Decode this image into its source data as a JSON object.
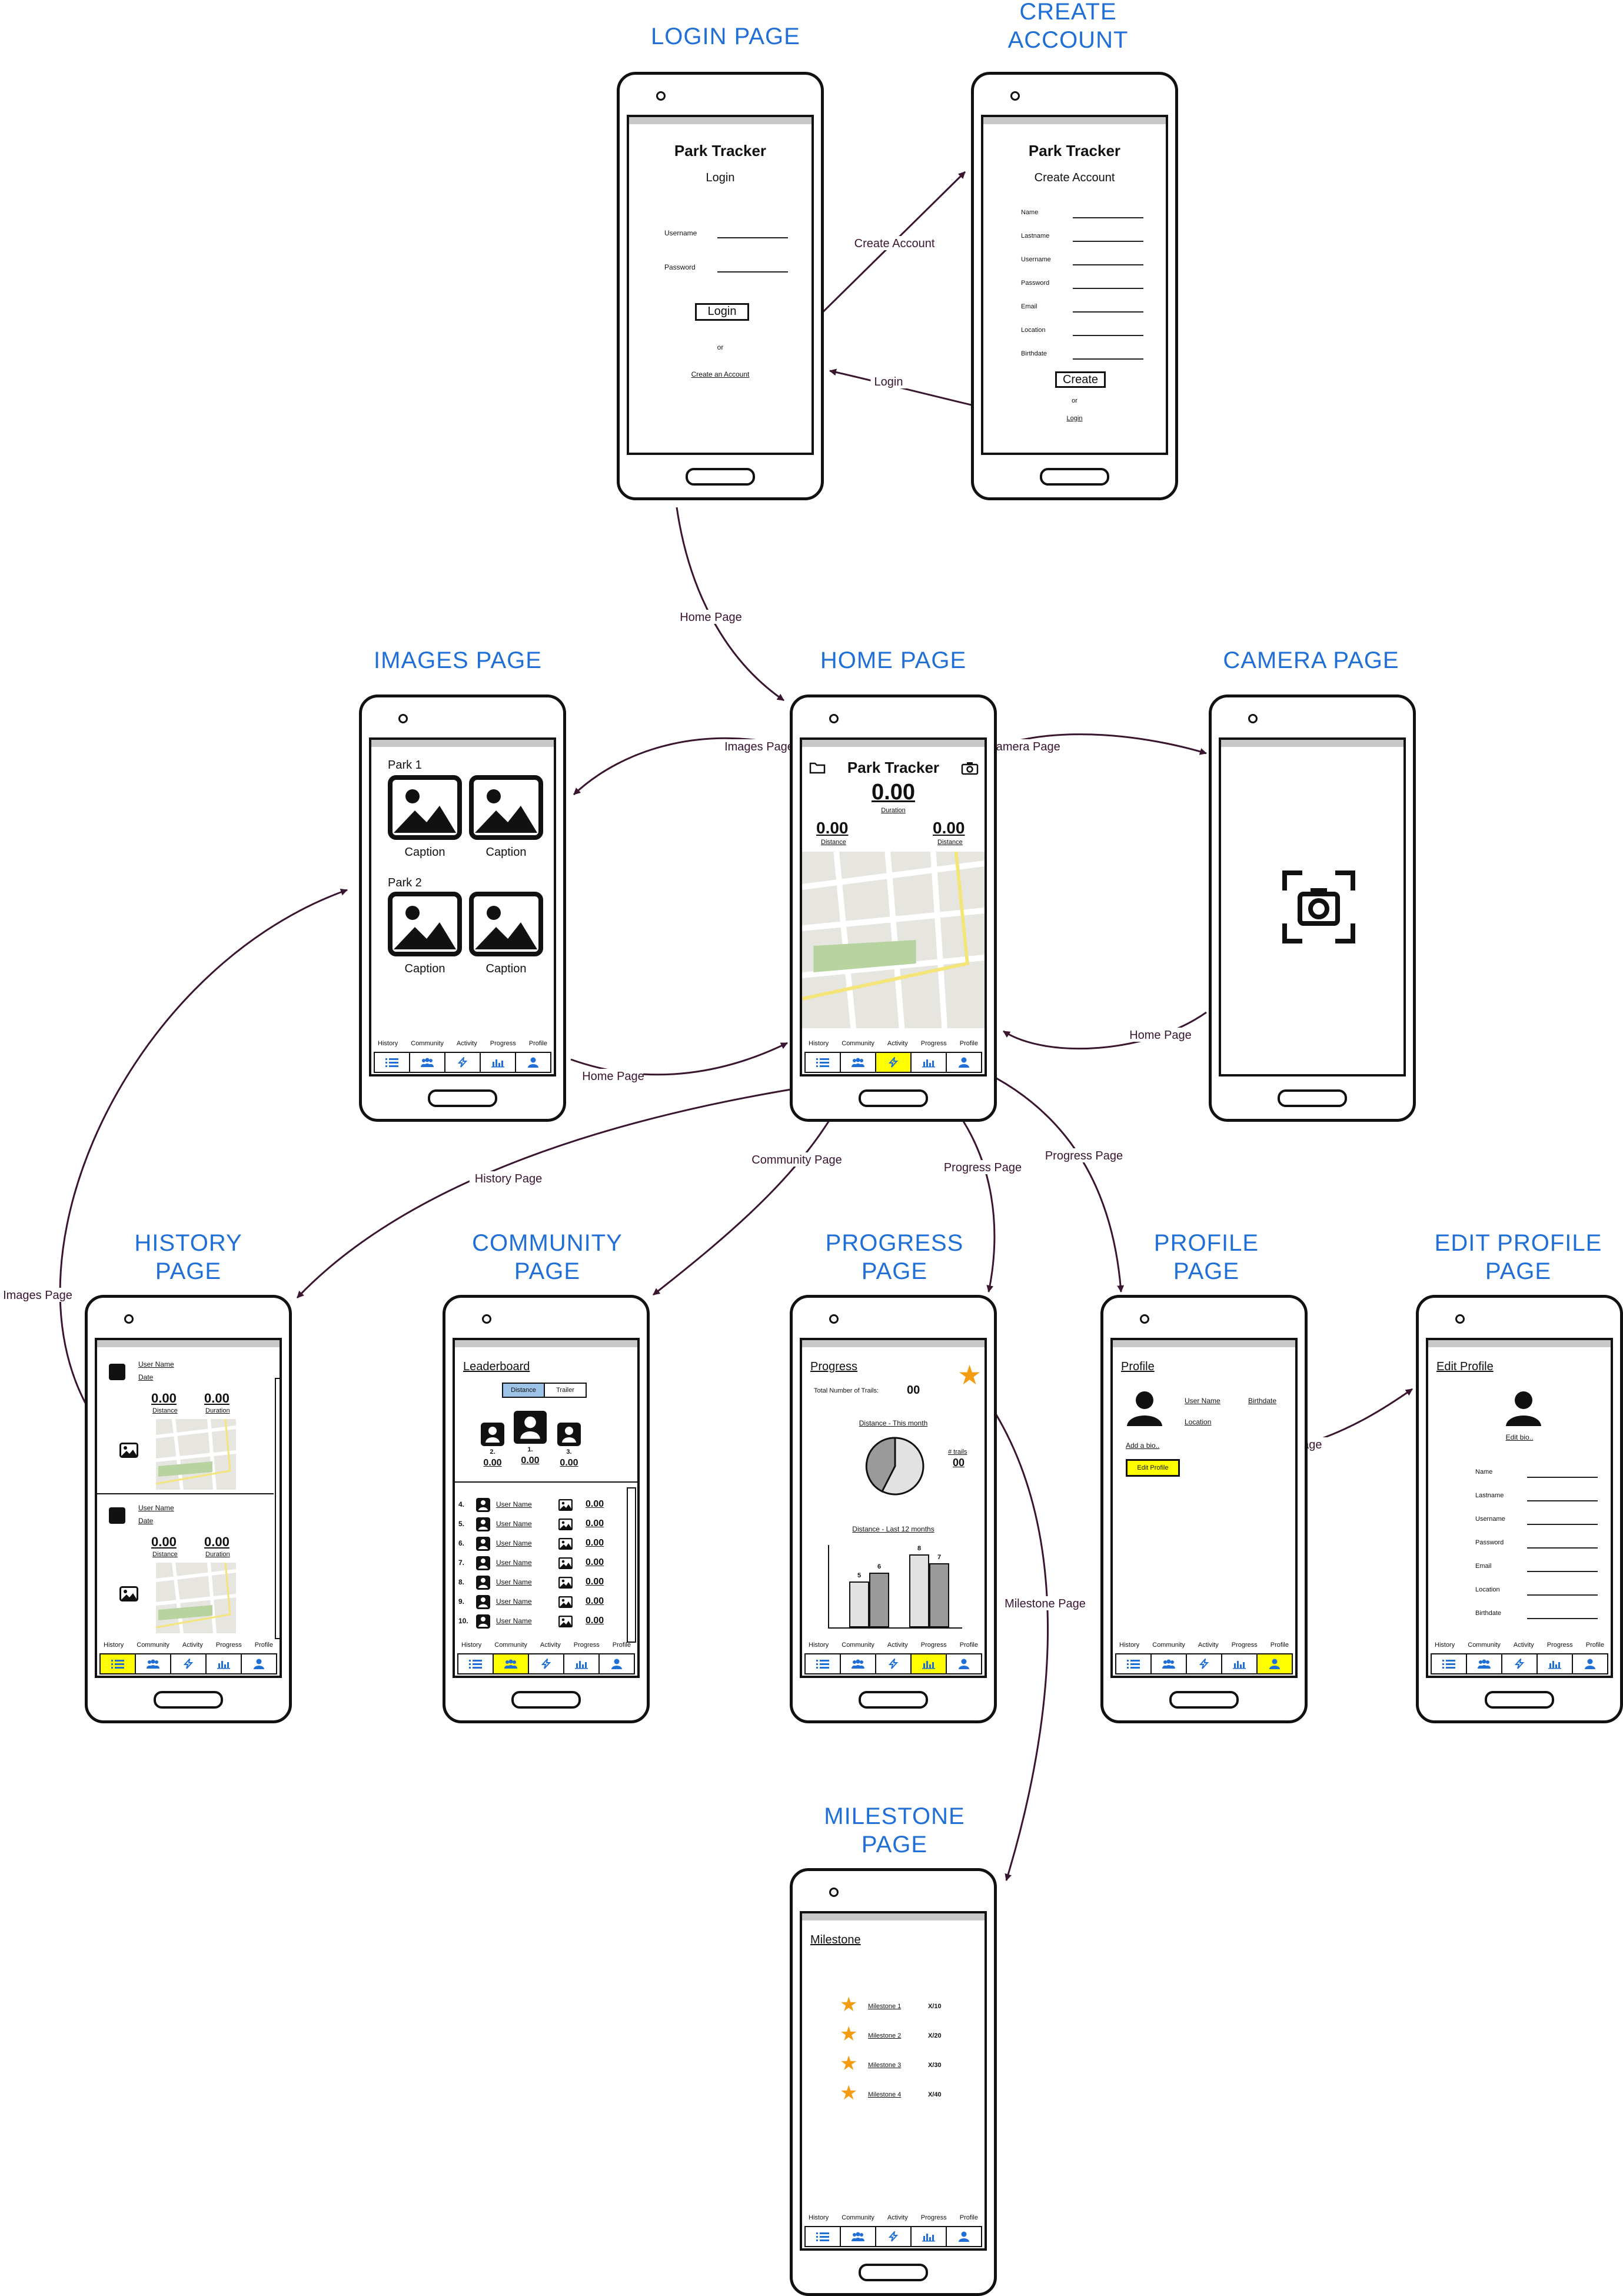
{
  "titles": {
    "login": "LOGIN PAGE",
    "create_account": [
      "CREATE",
      "ACCOUNT"
    ],
    "images": "IMAGES PAGE",
    "home": "HOME PAGE",
    "camera": "CAMERA PAGE",
    "history": [
      "HISTORY",
      "PAGE"
    ],
    "community": [
      "COMMUNITY",
      "PAGE"
    ],
    "progress": [
      "PROGRESS",
      "PAGE"
    ],
    "profile": [
      "PROFILE",
      "PAGE"
    ],
    "edit_profile": [
      "EDIT PROFILE",
      "PAGE"
    ],
    "milestone": [
      "MILESTONE",
      "PAGE"
    ]
  },
  "edges": {
    "create_account": "Create Account",
    "login": "Login",
    "home_page_1": "Home Page",
    "images_page_1": "Images Page",
    "camera_page": "Camera Page",
    "home_page_2": "Home Page",
    "home_page_3": "Home Page",
    "history_page": "History Page",
    "community_page": "Community Page",
    "progress_page_1": "Progress Page",
    "progress_page_2": "Progress Page",
    "images_page_2": "Images Page",
    "edit_profile_page": "Edit Profile Page",
    "milestone_page": "Milestone Page"
  },
  "tabs": [
    "History",
    "Community",
    "Activity",
    "Progress",
    "Profile"
  ],
  "login_screen": {
    "app": "Park Tracker",
    "subtitle": "Login",
    "username": "Username",
    "password": "Password",
    "button": "Login",
    "or": "or",
    "create_link": "Create an Account"
  },
  "create_screen": {
    "app": "Park Tracker",
    "subtitle": "Create Account",
    "fields": [
      "Name",
      "Lastname",
      "Username",
      "Password",
      "Email",
      "Location",
      "Birthdate"
    ],
    "button": "Create",
    "or": "or",
    "login_link": "Login"
  },
  "images_screen": {
    "park1": "Park 1",
    "park2": "Park 2",
    "caption": "Caption"
  },
  "home_screen": {
    "app": "Park Tracker",
    "duration_value": "0.00",
    "duration_label": "Duration",
    "distance_value_left": "0.00",
    "distance_label_left": "Distance",
    "distance_value_right": "0.00",
    "distance_label_right": "Distance"
  },
  "history_screen": {
    "user_name": "User Name",
    "date": "Date",
    "distance_value": "0.00",
    "distance_label": "Distance",
    "duration_value": "0.00",
    "duration_label": "Duration"
  },
  "community_screen": {
    "title": "Leaderboard",
    "toggle_distance": "Distance",
    "toggle_trailer": "Trailer",
    "podium": [
      {
        "rank": "2.",
        "value": "0.00"
      },
      {
        "rank": "1.",
        "value": "0.00"
      },
      {
        "rank": "3.",
        "value": "0.00"
      }
    ],
    "rows": [
      {
        "rank": "4.",
        "name": "User Name",
        "value": "0.00"
      },
      {
        "rank": "5.",
        "name": "User Name",
        "value": "0.00"
      },
      {
        "rank": "6.",
        "name": "User Name",
        "value": "0.00"
      },
      {
        "rank": "7.",
        "name": "User Name",
        "value": "0.00"
      },
      {
        "rank": "8.",
        "name": "User Name",
        "value": "0.00"
      },
      {
        "rank": "9.",
        "name": "User Name",
        "value": "0.00"
      },
      {
        "rank": "10.",
        "name": "User Name",
        "value": "0.00"
      }
    ]
  },
  "progress_screen": {
    "title": "Progress",
    "total_label": "Total Number of Trails:",
    "total_value": "00",
    "pie_title": "Distance - This month",
    "trails_label": "# trails",
    "trails_value": "00",
    "bar_title": "Distance - Last 12 months"
  },
  "profile_screen": {
    "title": "Profile",
    "user_name": "User Name",
    "birthdate": "Birthdate",
    "location": "Location",
    "add_bio": "Add a bio..",
    "edit_button": "Edit Profile"
  },
  "edit_profile_screen": {
    "title": "Edit Profile",
    "edit_bio": "Edit bio..",
    "fields": [
      "Name",
      "Lastname",
      "Username",
      "Password",
      "Email",
      "Location",
      "Birthdate"
    ]
  },
  "milestone_screen": {
    "title": "Milestone",
    "items": [
      {
        "name": "Milestone 1",
        "value": "X/10"
      },
      {
        "name": "Milestone 2",
        "value": "X/20"
      },
      {
        "name": "Milestone 3",
        "value": "X/30"
      },
      {
        "name": "Milestone 4",
        "value": "X/40"
      }
    ]
  },
  "colors": {
    "title_blue": "#1f6fd6",
    "arrow": "#3a1530",
    "active_tab": "#ffff00",
    "star": "#f39c12",
    "toggle_active": "#9ec3e8"
  },
  "chart_data": {
    "type": "bar",
    "title": "Distance - Last 12 months",
    "series": [
      {
        "name": "",
        "values": [
          5,
          6,
          8,
          7
        ]
      }
    ],
    "data_labels": [
      "5",
      "6",
      "8",
      "7"
    ],
    "grid": false
  }
}
